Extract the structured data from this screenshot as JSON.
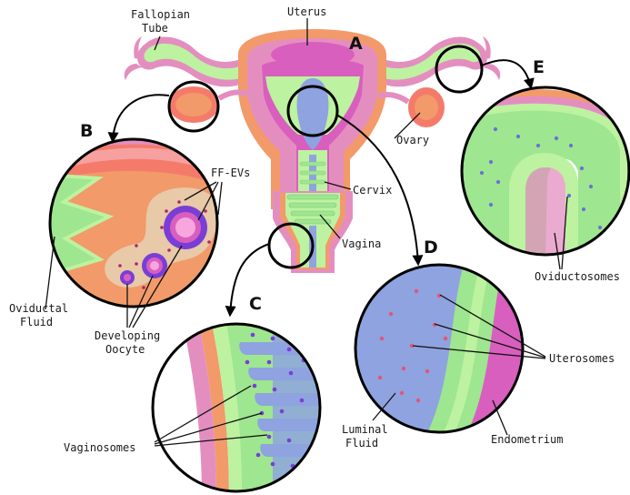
{
  "labels": {
    "fallopian_tube": [
      "Fallopian",
      "Tube"
    ],
    "uterus": "Uterus",
    "ovary": "Ovary",
    "cervix": "Cervix",
    "vagina": "Vagina",
    "ff_evs": "FF-EVs",
    "oviductal_fluid": [
      "Oviductal",
      "Fluid"
    ],
    "developing_oocyte": [
      "Developing",
      "Oocyte"
    ],
    "vaginosomes": "Vaginosomes",
    "luminal_fluid": [
      "Luminal",
      "Fluid"
    ],
    "uterosomes": "Uterosomes",
    "endometrium": "Endometrium",
    "oviductosomes": "Oviductosomes"
  },
  "panels": {
    "a": "A",
    "b": "B",
    "c": "C",
    "d": "D",
    "e": "E"
  },
  "colors": {
    "pink": "#e48ec0",
    "magenta": "#d95fbf",
    "light_green": "#bdf2a0",
    "green": "#9ee68f",
    "orange": "#f29a6a",
    "salmon": "#f47b6a",
    "blue": "#8ea3df",
    "tan": "#e8c9a8",
    "purple": "#7a3ed6"
  }
}
